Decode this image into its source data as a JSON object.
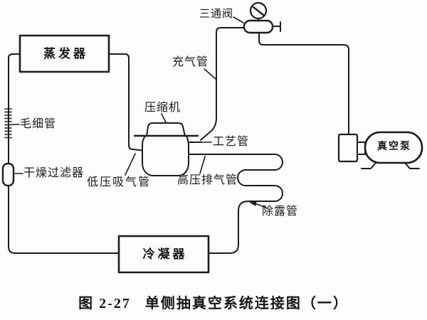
{
  "figure": {
    "caption_number": "图 2-27",
    "caption_title": "单侧抽真空系统连接图（一）"
  },
  "components": {
    "evaporator": "蒸发器",
    "capillary_tube": "毛细管",
    "drier_filter": "干燥过滤器",
    "compressor": "压缩机",
    "low_pressure_suction_pipe": "低压吸气管",
    "high_pressure_discharge_pipe": "高压排气管",
    "three_way_valve": "三通阀",
    "charging_pipe": "充气管",
    "process_pipe": "工艺管",
    "dew_removal_pipe": "除露管",
    "vacuum_pump": "真空泵",
    "condenser": "冷凝器"
  },
  "colors": {
    "line": "#1c1c1c",
    "background": "#fdfdfc",
    "text": "#181818"
  }
}
